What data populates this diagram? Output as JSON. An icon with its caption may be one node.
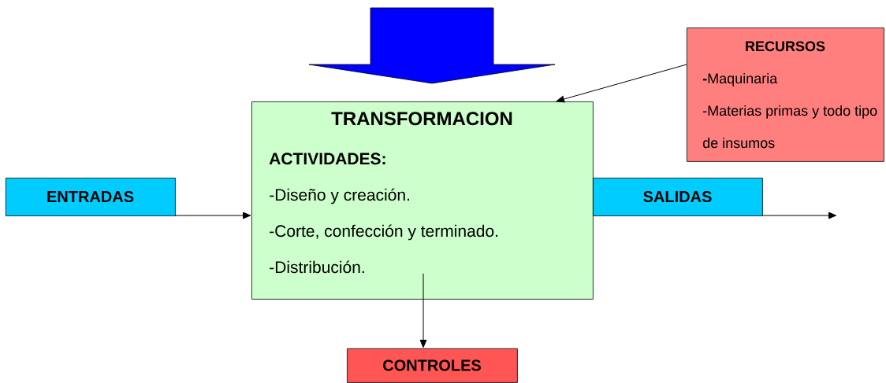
{
  "diagram": {
    "nodes": [
      {
        "text": [],
        "shape": "arrow"
      },
      {
        "text": [
          "RECURSOS",
          "**-**Maquinaria",
          "-Materias primas y todo tipo de insumos"
        ]
      },
      {
        "text": [
          "ENTRADAS"
        ]
      },
      {
        "text": [
          "TRANSFORMACION",
          "ACTIVIDADES:",
          "-Diseño y creación.",
          "-Corte, confección y terminado.",
          "-Distribución."
        ]
      },
      {
        "text": [
          "SALIDAS"
        ]
      },
      {
        "text": [
          "CONTROLES"
        ]
      }
    ],
    "edges": [
      {
        "from": 1,
        "to": 3,
        "arrow": "to"
      },
      {
        "from": 2,
        "to": 3,
        "arrow": "to"
      },
      {
        "from": 4,
        "to": null,
        "arrow": "to"
      },
      {
        "from": 3,
        "to": 5,
        "arrow": "to"
      }
    ]
  }
}
